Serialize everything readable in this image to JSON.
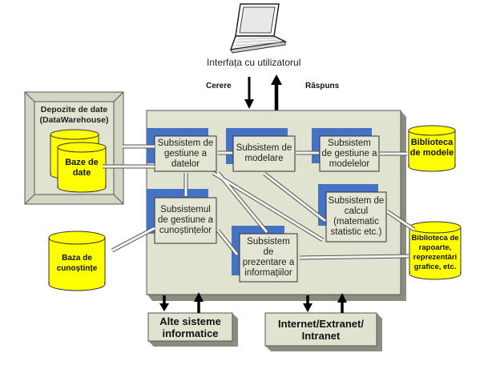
{
  "colors": {
    "panel": "#dfe3d0",
    "panel_shadow": "#8a8c80",
    "subsystem_fill": "#e2e6d3",
    "subsystem_accent": "#4472c4",
    "cylinder": "#ffff00",
    "frame": "#d2d6c4"
  },
  "user_interface": {
    "icon": "laptop-icon",
    "label": "Interfața cu utilizatorul",
    "request_label": "Cerere",
    "response_label": "Răspuns"
  },
  "warehouse": {
    "title_line1": "Depozite de date",
    "title_line2": "(DataWarehouse)",
    "db_line1": "Baze de",
    "db_line2": "date"
  },
  "subsystems": {
    "data": {
      "line1": "Subsistem de",
      "line2": "gestiune a",
      "line3": "datelor"
    },
    "modeling": {
      "line1": "Subsistem de",
      "line2": "modelare"
    },
    "models": {
      "line1": "Subsistem",
      "line2": "de gestiune a",
      "line3": "modelelor"
    },
    "knowledge": {
      "line1": "Subsistemul",
      "line2": "de gestiune a",
      "line3": "cunoștințelor"
    },
    "compute": {
      "line1": "Subsistem de",
      "line2": "calcul",
      "line3": "(matematic",
      "line4": "statistic  etc.)"
    },
    "presentation": {
      "line1": "Subsistem",
      "line2": "de",
      "line3": "prezentare a",
      "line4": "informațiilor"
    }
  },
  "stores": {
    "model_library": {
      "line1": "Biblioteca",
      "line2": "de modele"
    },
    "knowledge_base": {
      "line1": "Baza de",
      "line2": "cunoștințe"
    },
    "report_library": {
      "line1": "Biblioteca de",
      "line2": "rapoarte,",
      "line3": "reprezentări",
      "line4": "grafice, etc."
    }
  },
  "external": {
    "other_systems": {
      "line1": "Alte sisteme",
      "line2": "informatice"
    },
    "network": {
      "line1": "Internet/Extranet/",
      "line2": "Intranet"
    }
  }
}
